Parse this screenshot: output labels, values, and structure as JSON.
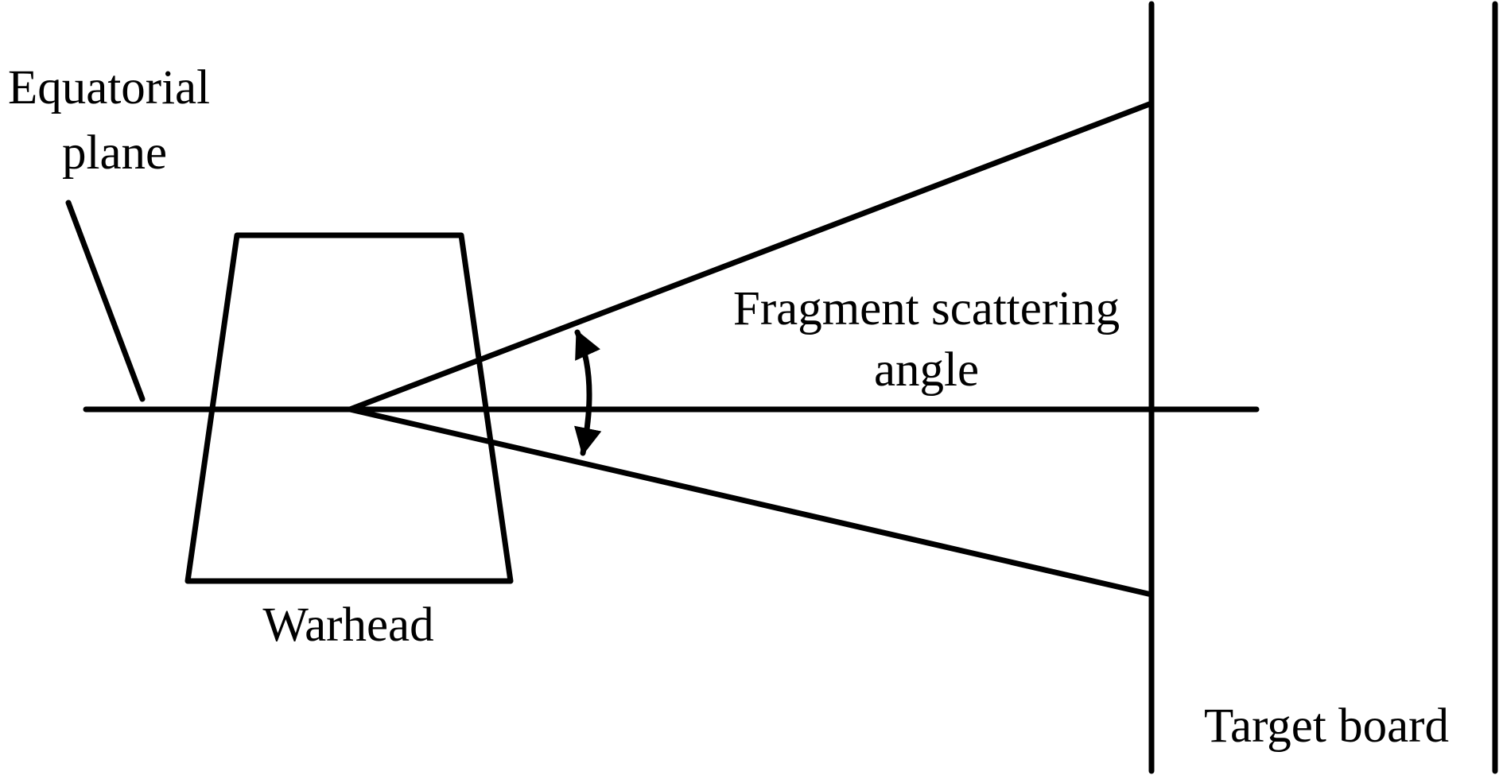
{
  "labels": {
    "equatorial_plane_line1": "Equatorial",
    "equatorial_plane_line2": "plane",
    "scattering_angle_line1": "Fragment scattering",
    "scattering_angle_line2": "angle",
    "warhead": "Warhead",
    "target_board": "Target board"
  },
  "colors": {
    "ink": "#000000",
    "background": "#ffffff"
  }
}
